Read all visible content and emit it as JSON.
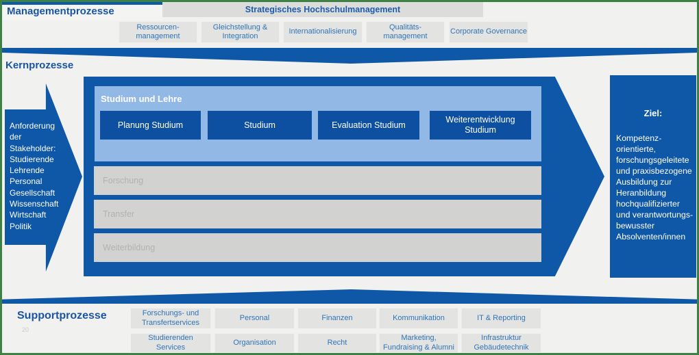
{
  "colors": {
    "accent_blue": "#0f57a7",
    "inner_box_blue": "#0d4fa0",
    "light_blue": "#92b8e6",
    "label_box_gray": "#e3e3e1",
    "inactive_bar_gray": "#d2d2d1",
    "border_green": "#3e8145",
    "heading_blue": "#1a55a3",
    "box_text_blue": "#2e74b9",
    "background": "#f1f1ef"
  },
  "management": {
    "title": "Managementprozesse",
    "header": "Strategisches Hochschulmanagement",
    "boxes": [
      "Ressourcen-\nmanagement",
      "Gleichstellung &\nIntegration",
      "Internationalisierung",
      "Qualitäts-\nmanagement",
      "Corporate Governance"
    ]
  },
  "kern": {
    "title": "Kernprozesse",
    "stakeholder_text": "Anforderung\nder\nStakeholder:\nStudierende\nLehrende\nPersonal\nGesellschaft\nWissenschaft\nWirtschaft\nPolitik",
    "studium_lehre": {
      "label": "Studium und Lehre",
      "boxes": [
        "Planung Studium",
        "Studium",
        "Evaluation Studium",
        "Weiterentwicklung\nStudium"
      ]
    },
    "inactive_bars": [
      "Forschung",
      "Transfer",
      "Weiterbildung"
    ],
    "ziel": {
      "heading": "Ziel:",
      "body": "Kompetenz-\norientierte,\nforschungsgeleitete\nund praxisbezogene\nAusbildung zur\nHeranbildung\nhochqualifizierter\nund verantwortungs-\nbewusster\nAbsolventen/innen"
    }
  },
  "support": {
    "title": "Supportprozesse",
    "page_number": "20",
    "rows": [
      [
        "Forschungs- und\nTransfertservices",
        "Personal",
        "Finanzen",
        "Kommunikation",
        "IT & Reporting"
      ],
      [
        "Studierenden\nServices",
        "Organisation",
        "Recht",
        "Marketing,\nFundraising & Alumni",
        "Infrastruktur\nGebäudetechnik"
      ]
    ]
  }
}
